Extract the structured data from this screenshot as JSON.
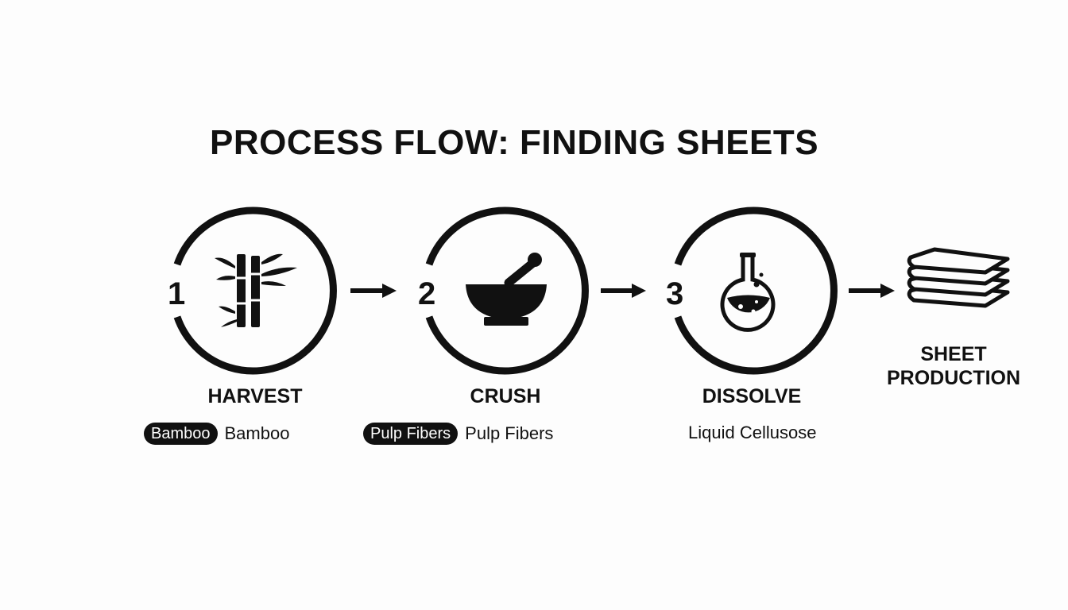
{
  "title": "PROCESS FLOW: FINDING SHEETS",
  "stages": [
    {
      "number": "1",
      "label": "HARVEST",
      "icon": "bamboo-icon",
      "detail_tag": "Bamboo",
      "detail_text": "Bamboo"
    },
    {
      "number": "2",
      "label": "CRUSH",
      "icon": "mortar-pestle-icon",
      "detail_tag": "Pulp Fibers",
      "detail_text": "Pulp Fibers"
    },
    {
      "number": "3",
      "label": "DISSOLVE",
      "icon": "flask-icon",
      "detail_tag": "",
      "detail_text": "Liquid Cellusose"
    }
  ],
  "final": {
    "label_line1": "SHEET",
    "label_line2": "PRODUCTION",
    "icon": "stacked-sheets-icon"
  },
  "colors": {
    "ink": "#111111",
    "background": "#fdfdfd",
    "pill_text": "#ffffff"
  }
}
